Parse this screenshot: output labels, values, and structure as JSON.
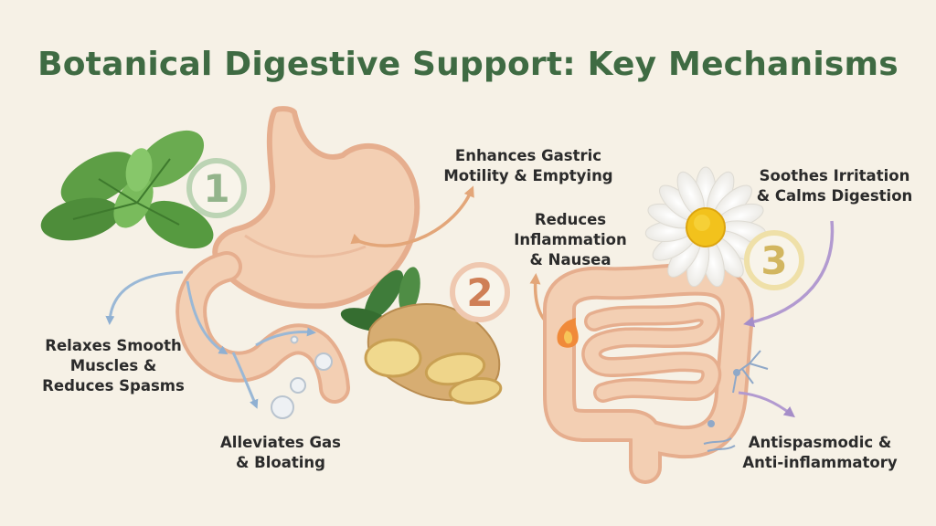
{
  "title": "Botanical Digestive Support: Key Mechanisms",
  "badges": [
    "1",
    "2",
    "3"
  ],
  "labels": {
    "relaxes": "Relaxes Smooth\nMuscles &\nReduces Spasms",
    "gas": "Alleviates Gas\n& Bloating",
    "motility": "Enhances Gastric\nMotility & Emptying",
    "inflammation": "Reduces\nInflammation\n& Nausea",
    "soothes": "Soothes Irritation\n& Calms Digestion",
    "antispasmodic": "Antispasmodic &\nAnti-inflammatory"
  },
  "icons": [
    "mint-leaves-icon",
    "ginger-root-icon",
    "chamomile-flower-icon",
    "stomach-icon",
    "intestines-icon",
    "flame-icon",
    "gas-bubbles-icon"
  ],
  "colors": {
    "title": "#3f6b43",
    "organ_fill": "#f3cfb3",
    "organ_stroke": "#e6ae8e",
    "mint": "#5d9e45",
    "arrow_blue": "#9ab8d6",
    "arrow_orange": "#e3a679",
    "arrow_purple": "#b29ad0"
  }
}
